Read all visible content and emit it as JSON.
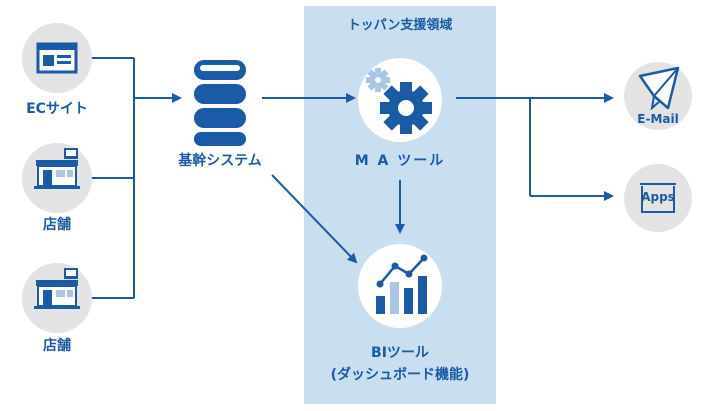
{
  "zone": {
    "title": "トッパン支援領域",
    "color": "#c9deef"
  },
  "sources": [
    {
      "label": "ECサイト",
      "icon": "browser-window-icon"
    },
    {
      "label": "店舗",
      "icon": "store-icon"
    },
    {
      "label": "店舗",
      "icon": "store-icon"
    }
  ],
  "core": {
    "label": "基幹システム",
    "icon": "database-icon"
  },
  "ma": {
    "label": "M A ツール",
    "icon": "gear-icon"
  },
  "bi": {
    "label_line1": "BIツール",
    "label_line2": "(ダッシュボード機能)",
    "icon": "bar-chart-icon"
  },
  "channels": [
    {
      "label": "E-Mail",
      "icon": "paper-plane-icon"
    },
    {
      "label": "Apps",
      "icon": "apps-icon"
    }
  ],
  "colors": {
    "primary": "#1a5aa6",
    "circle": "#e3e3e3",
    "zone": "#c9deef"
  }
}
